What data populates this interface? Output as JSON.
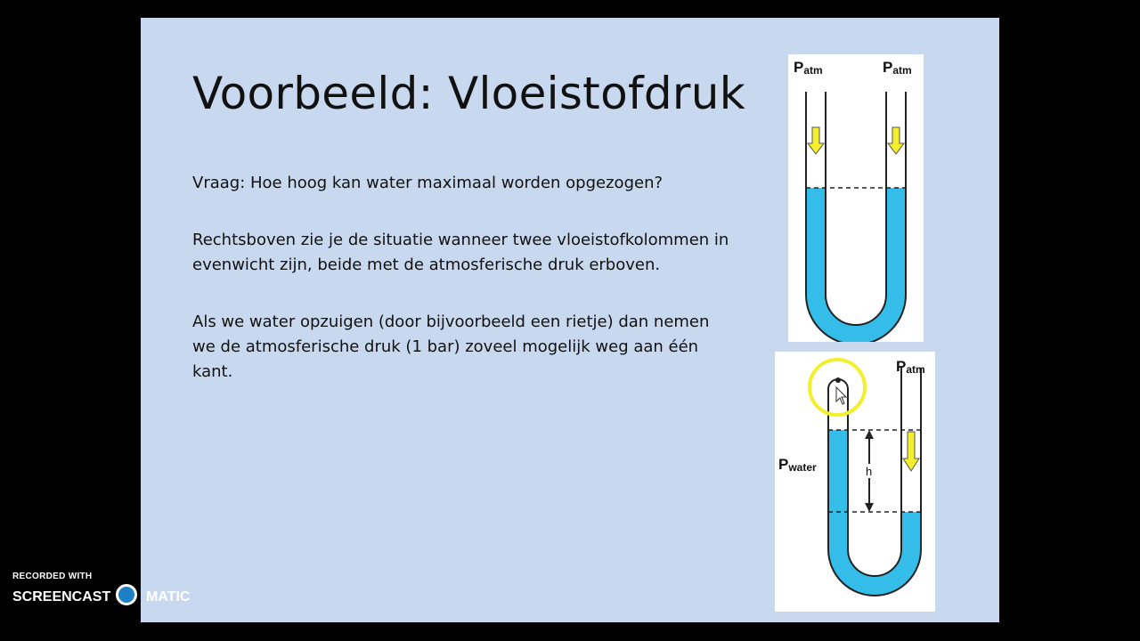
{
  "slide": {
    "title": "Voorbeeld: Vloeistofdruk",
    "paragraphs": [
      "Vraag: Hoe hoog kan water maximaal worden opgezogen?",
      "Rechtsboven zie je de situatie wanneer twee vloeistofkolommen in evenwicht zijn, beide met de atmosferische druk erboven.",
      "Als we water opzuigen (door bijvoorbeeld een rietje) dan nemen we de atmosferische druk (1 bar) zoveel mogelijk weg aan één kant."
    ]
  },
  "diagram_top": {
    "label_left_main": "P",
    "label_left_sub": "atm",
    "label_right_main": "P",
    "label_right_sub": "atm"
  },
  "diagram_bottom": {
    "label_right_main": "P",
    "label_right_sub": "atm",
    "label_left_main": "P",
    "label_left_sub": "water",
    "height_label": "h"
  },
  "watermark": {
    "line1": "RECORDED WITH",
    "brand_left": "SCREENCAST",
    "brand_right": "MATIC"
  },
  "colors": {
    "slide_background": "#c8d9ef",
    "water": "#33bde8",
    "arrow": "#f3ef2c",
    "highlight_ring": "#f3ef2c"
  }
}
